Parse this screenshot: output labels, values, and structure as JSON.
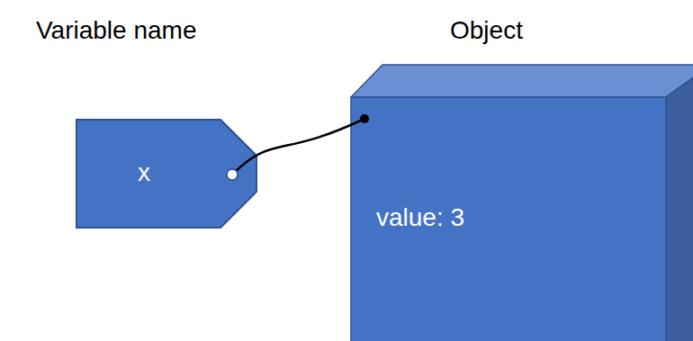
{
  "diagram": {
    "nodes": [
      {
        "text": [
          "Variable name",
          "x"
        ]
      },
      {
        "text": [
          "Object",
          "value: 3"
        ]
      }
    ],
    "edges": [
      {
        "from": 0,
        "to": 1,
        "arrow": "none"
      }
    ]
  }
}
